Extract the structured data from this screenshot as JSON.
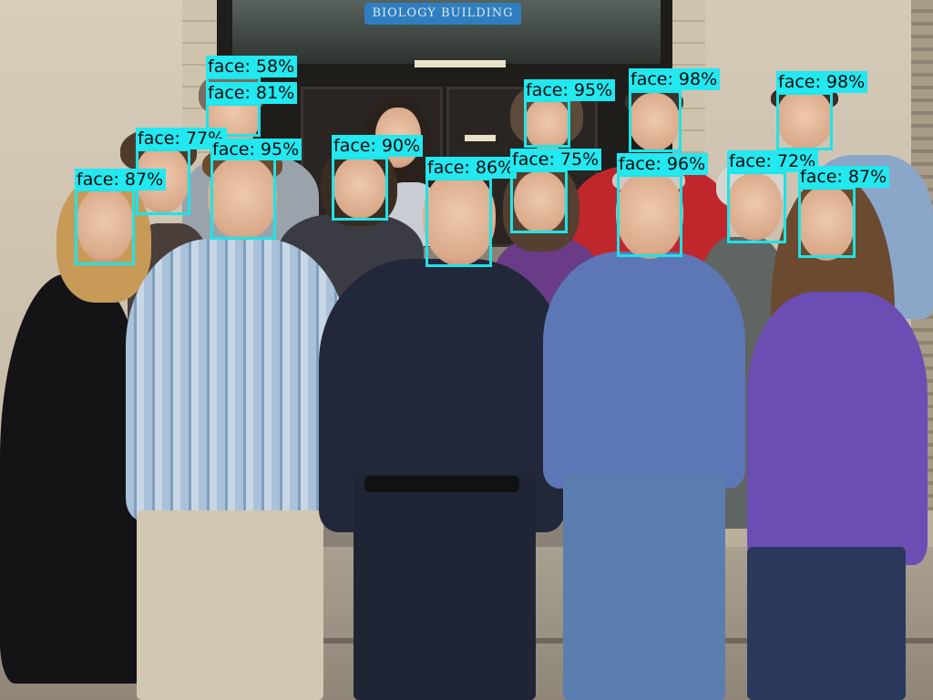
{
  "scene": {
    "sign_text": "BIOLOGY BUILDING"
  },
  "detections": [
    {
      "label": "face: 58%",
      "score": 0.58
    },
    {
      "label": "face: 81%",
      "score": 0.81
    },
    {
      "label": "face: 77%",
      "score": 0.77
    },
    {
      "label": "face: 95%",
      "score": 0.95
    },
    {
      "label": "face: 87%",
      "score": 0.87
    },
    {
      "label": "face: 90%",
      "score": 0.9
    },
    {
      "label": "face: 86%",
      "score": 0.86
    },
    {
      "label": "face: 95%",
      "score": 0.95
    },
    {
      "label": "face: 75%",
      "score": 0.75
    },
    {
      "label": "face: 98%",
      "score": 0.98
    },
    {
      "label": "face: 96%",
      "score": 0.96
    },
    {
      "label": "face: 98%",
      "score": 0.98
    },
    {
      "label": "face: 72%",
      "score": 0.72
    },
    {
      "label": "face: 87%",
      "score": 0.87
    }
  ],
  "colors": {
    "box_stroke": "#1fe3e8",
    "label_fill": "#22e8f0",
    "label_text": "#0a0a0a"
  }
}
